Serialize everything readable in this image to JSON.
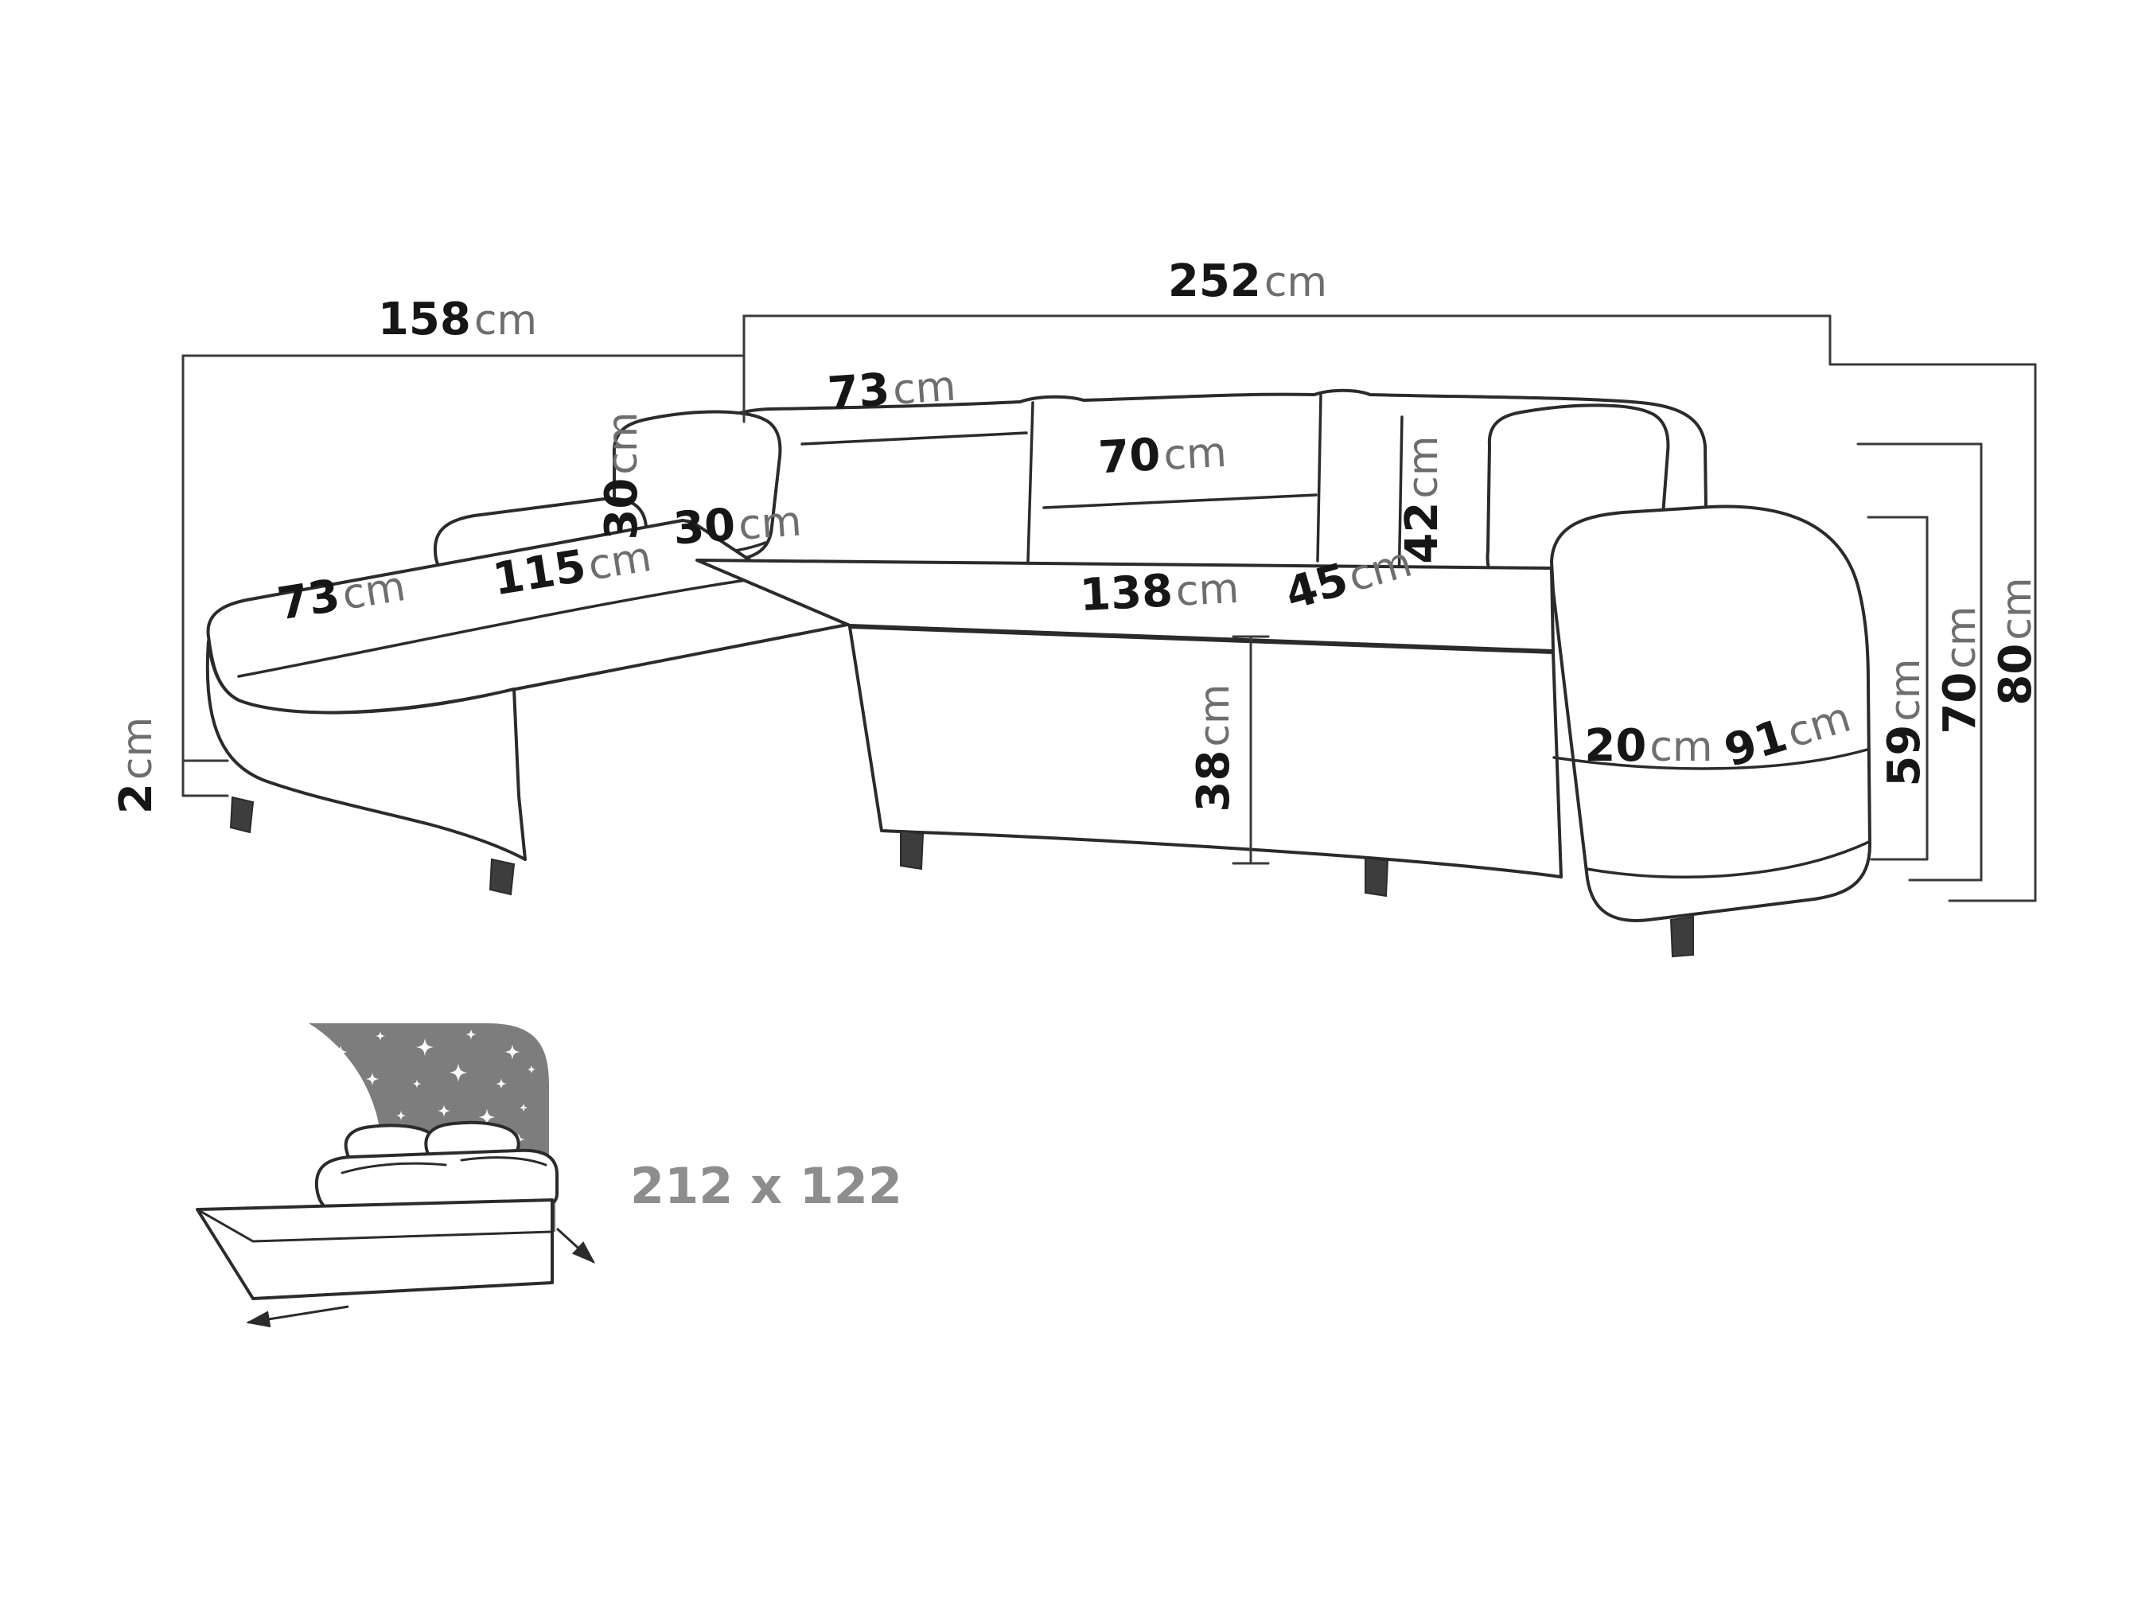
{
  "diagram": {
    "type": "corner-sofa-dimension-drawing",
    "dimensions": {
      "width_left_section": {
        "value": "158",
        "unit": "cm"
      },
      "width_right_section": {
        "value": "252",
        "unit": "cm"
      },
      "back_left_width": {
        "value": "73",
        "unit": "cm"
      },
      "back_cushion_width": {
        "value": "70",
        "unit": "cm"
      },
      "pillow_height": {
        "value": "30",
        "unit": "cm"
      },
      "pillow_width": {
        "value": "30",
        "unit": "cm"
      },
      "back_cushion_height": {
        "value": "42",
        "unit": "cm"
      },
      "chaise_length": {
        "value": "115",
        "unit": "cm"
      },
      "chaise_width": {
        "value": "73",
        "unit": "cm"
      },
      "seat_width": {
        "value": "138",
        "unit": "cm"
      },
      "seat_depth": {
        "value": "45",
        "unit": "cm"
      },
      "leg_height": {
        "value": "2",
        "unit": "cm"
      },
      "seat_height": {
        "value": "38",
        "unit": "cm"
      },
      "armrest_width": {
        "value": "20",
        "unit": "cm"
      },
      "armrest_length": {
        "value": "91",
        "unit": "cm"
      },
      "armrest_height": {
        "value": "59",
        "unit": "cm"
      },
      "backrest_height": {
        "value": "70",
        "unit": "cm"
      },
      "total_height": {
        "value": "80",
        "unit": "cm"
      }
    },
    "sleeping_area": {
      "label": "212 x 122"
    }
  },
  "colors": {
    "line": "#2b2b2b",
    "number": "#161616",
    "unit_text": "#6e6e6e",
    "pictogram_gray": "#7d7d7d",
    "sleeping_text": "#8d8d8d",
    "background": "#ffffff"
  }
}
